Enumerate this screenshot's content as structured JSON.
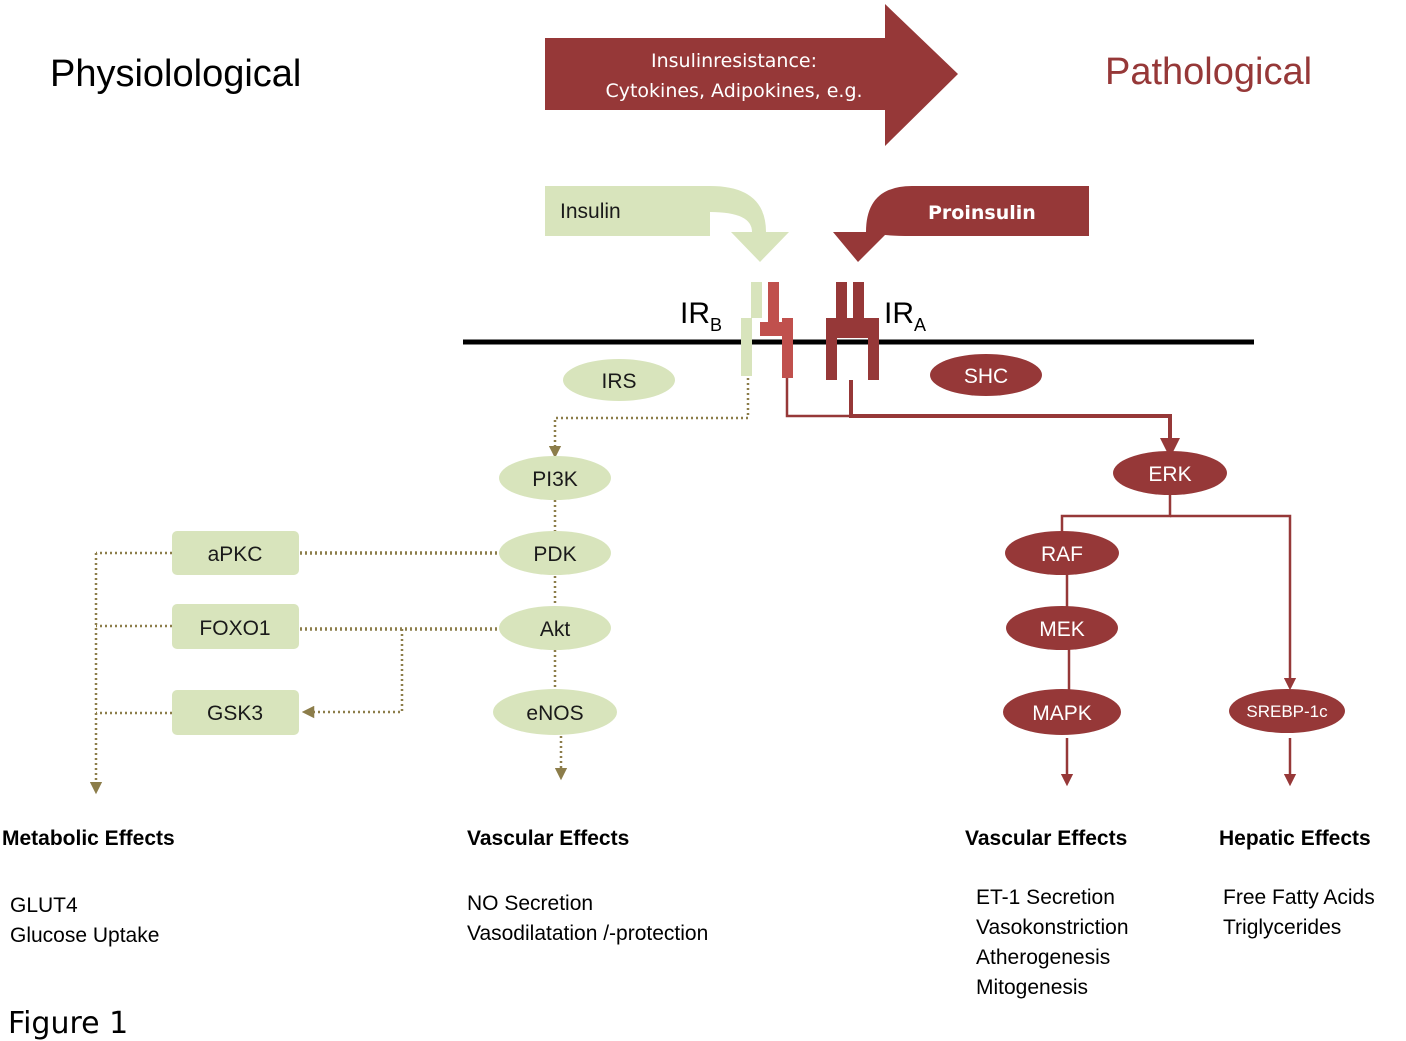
{
  "titles": {
    "physiological": "Physiolological",
    "pathological": "Pathological"
  },
  "big_arrow": {
    "line1": "Insulinresistance:",
    "line2": "Cytokines, Adipokines, e.g."
  },
  "ligands": {
    "insulin": "Insulin",
    "proinsulin": "Proinsulin"
  },
  "receptors": {
    "irb_main": "IR",
    "irb_sub": "B",
    "ira_main": "IR",
    "ira_sub": "A"
  },
  "nodes": {
    "irs": "IRS",
    "shc": "SHC",
    "pi3k": "PI3K",
    "pdk": "PDK",
    "akt": "Akt",
    "enos": "eNOS",
    "apkc": "aPKC",
    "foxo1": "FOXO1",
    "gsk3": "GSK3",
    "erk": "ERK",
    "raf": "RAF",
    "mek": "MEK",
    "mapk": "MAPK",
    "srebp": "SREBP-1c"
  },
  "effects": {
    "metabolic": {
      "heading": "Metabolic Effects",
      "lines": [
        "GLUT4",
        "Glucose Uptake"
      ]
    },
    "vascular_phys": {
      "heading": "Vascular Effects",
      "lines": [
        "NO Secretion",
        "Vasodilatation /-protection"
      ]
    },
    "vascular_path": {
      "heading": "Vascular Effects",
      "lines": [
        "ET-1 Secretion",
        "Vasokonstriction",
        "Atherogenesis",
        "Mitogenesis"
      ]
    },
    "hepatic": {
      "heading": "Hepatic Effects",
      "lines": [
        "Free Fatty Acids",
        "Triglycerides"
      ]
    }
  },
  "figure_label": "Figure 1",
  "colors": {
    "dark_red": "#963838",
    "mid_red": "#c0504d",
    "light_green": "#d8e4bc",
    "olive": "#8c7d4a",
    "black": "#000000"
  }
}
